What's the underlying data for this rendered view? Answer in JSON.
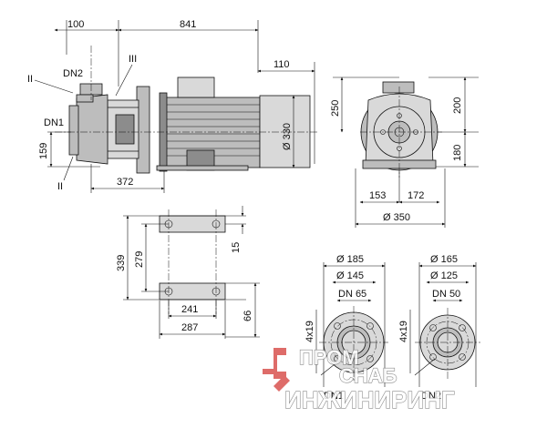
{
  "side_view": {
    "dim_100": "100",
    "dim_841": "841",
    "dim_110": "110",
    "dim_330": "Ø 330",
    "dim_159": "159",
    "dim_372": "372",
    "label_II_top": "II",
    "label_II_bottom": "II",
    "label_III": "III",
    "label_DN2": "DN2",
    "label_DN1": "DN1"
  },
  "end_view": {
    "dim_250": "250",
    "dim_200": "200",
    "dim_180": "180",
    "dim_153": "153",
    "dim_172": "172",
    "dim_350": "Ø 350"
  },
  "base_plate": {
    "dim_339": "339",
    "dim_279": "279",
    "dim_15": "15",
    "dim_241": "241",
    "dim_287": "287",
    "dim_66": "66"
  },
  "flange_dn1": {
    "outer_d": "Ø 185",
    "bolt_circle_d": "Ø 145",
    "dn": "DN 65",
    "holes": "4x19",
    "label": "DN1"
  },
  "flange_dn2": {
    "outer_d": "Ø 165",
    "bolt_circle_d": "Ø 125",
    "dn": "DN 50",
    "holes": "4x19",
    "label": "DN2"
  },
  "watermark": {
    "line1": "ПРОМ",
    "line2": "СНАБ",
    "line3": "ИНЖИНИРИНГ",
    "color": "#d9534f"
  }
}
